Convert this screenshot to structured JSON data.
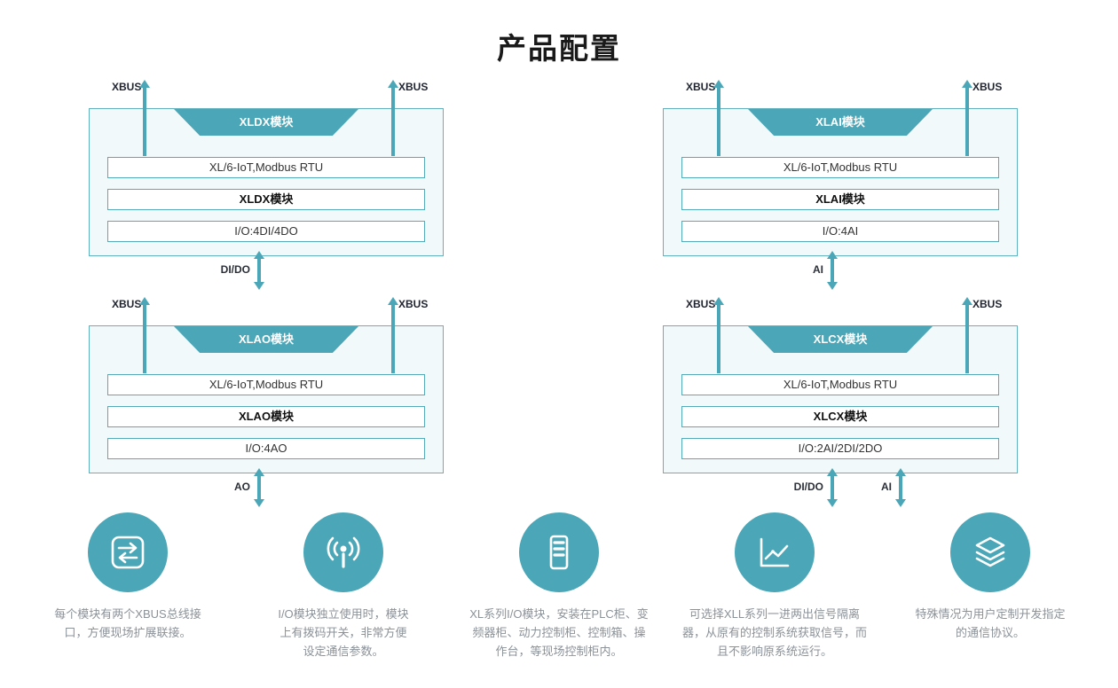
{
  "page": {
    "title": "产品配置"
  },
  "colors": {
    "teal": "#4BA7B7"
  },
  "modules": [
    {
      "name": "XLDX",
      "xbus_left": "XBUS",
      "xbus_right": "XBUS",
      "header": "XLDX模块",
      "rows": [
        "XL/6-IoT,Modbus RTU",
        "XLDX模块",
        "I/O:4DI/4DO"
      ],
      "io": [
        "DI/DO"
      ]
    },
    {
      "name": "XLAI",
      "xbus_left": "XBUS",
      "xbus_right": "XBUS",
      "header": "XLAI模块",
      "rows": [
        "XL/6-IoT,Modbus RTU",
        "XLAI模块",
        "I/O:4AI"
      ],
      "io": [
        "AI"
      ]
    },
    {
      "name": "XLAO",
      "xbus_left": "XBUS",
      "xbus_right": "XBUS",
      "header": "XLAO模块",
      "rows": [
        "XL/6-IoT,Modbus RTU",
        "XLAO模块",
        "I/O:4AO"
      ],
      "io": [
        "AO"
      ]
    },
    {
      "name": "XLCX",
      "xbus_left": "XBUS",
      "xbus_right": "XBUS",
      "header": "XLCX模块",
      "rows": [
        "XL/6-IoT,Modbus RTU",
        "XLCX模块",
        "I/O:2AI/2DI/2DO"
      ],
      "io": [
        "DI/DO",
        "AI"
      ]
    }
  ],
  "features": [
    {
      "icon": "transfer-icon",
      "text": "每个模块有两个XBUS总线接口，方便现场扩展联接。"
    },
    {
      "icon": "broadcast-icon",
      "text": "I/O模块独立使用时，模块上有拨码开关，非常方便设定通信参数。"
    },
    {
      "icon": "cabinet-icon",
      "text": "XL系列I/O模块，安装在PLC柜、变频器柜、动力控制柜、控制箱、操作台，等现场控制柜内。"
    },
    {
      "icon": "chart-icon",
      "text": "可选择XLL系列一进两出信号隔离器，从原有的控制系统获取信号，而且不影响原系统运行。"
    },
    {
      "icon": "layers-icon",
      "text": "特殊情况为用户定制开发指定的通信协议。"
    }
  ]
}
